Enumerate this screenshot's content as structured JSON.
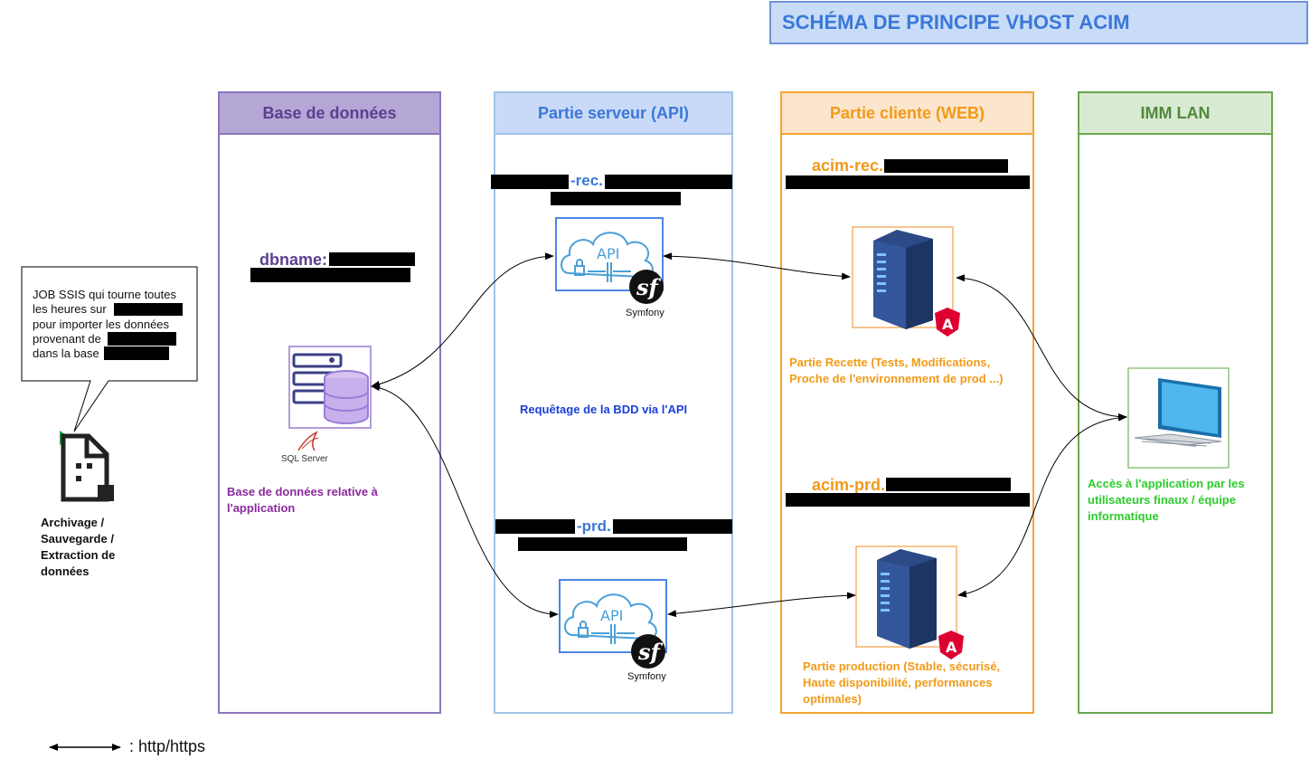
{
  "title": "SCHÉMA DE PRINCIPE VHOST ACIM",
  "columns": {
    "db": "Base de données",
    "api": "Partie serveur (API)",
    "web": "Partie cliente (WEB)",
    "lan": "IMM LAN"
  },
  "db": {
    "dbname_label": "dbname:",
    "sqlserver_label": "SQL Server",
    "description": "Base de données relative à l'application"
  },
  "api": {
    "rec_host_fragment": "-rec.",
    "prd_host_fragment": "-prd.",
    "cloud_label": "API",
    "framework_label": "Symfony",
    "query_text": "Requêtage de la BDD via l'API"
  },
  "web": {
    "rec_host": "acim-rec.",
    "prd_host": "acim-prd.",
    "angular_letter": "A",
    "rec_description": "Partie Recette (Tests, Modifications, Proche de l'environnement de prod ...)",
    "prd_description": "Partie production (Stable, sécurisé, Haute disponibilité, performances optimales)"
  },
  "lan": {
    "access_text": "Accès à l'application par les utilisateurs finaux / équipe informatique"
  },
  "callout": {
    "line1": "JOB SSIS qui tourne toutes",
    "line2": "les heures sur",
    "line3": "pour importer les données",
    "line4": "provenant de",
    "line5": "dans la base"
  },
  "archive_label": "Archivage / Sauvegarde / Extraction de données",
  "legend": ": http/https",
  "colors": {
    "db": "#8064a2",
    "api": "#6fa8dc",
    "web": "#ff9900",
    "lan": "#6aa84f"
  }
}
